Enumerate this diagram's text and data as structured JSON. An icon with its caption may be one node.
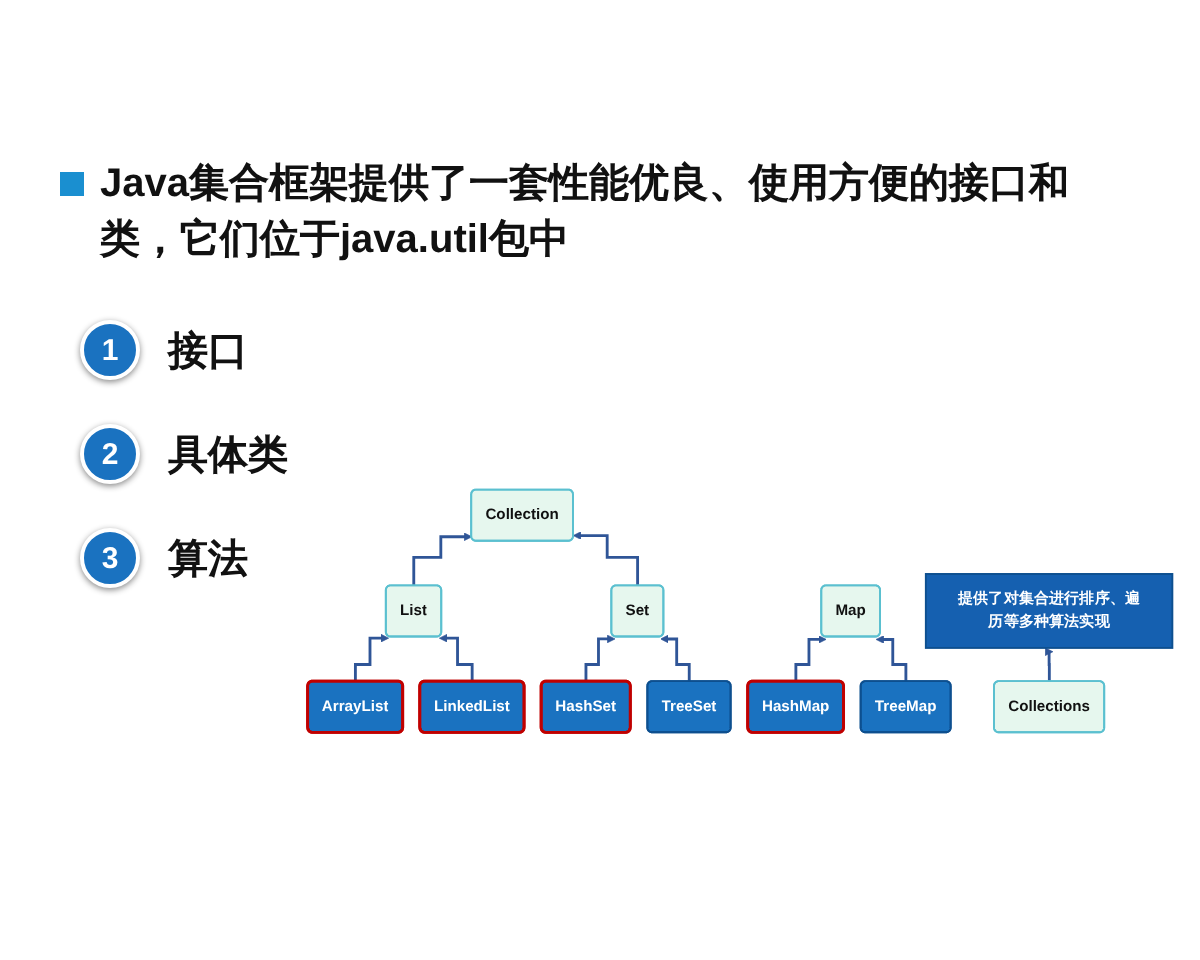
{
  "diagram": {
    "title": "Java集合框架提供了一套性能优良、使用方便的接口和类，它们位于java.util包中",
    "nodes": [
      {
        "text": [
          "Collection"
        ]
      },
      {
        "text": [
          "List"
        ]
      },
      {
        "text": [
          "Set"
        ]
      },
      {
        "text": [
          "ArrayList"
        ]
      },
      {
        "text": [
          "LinkedList"
        ]
      },
      {
        "text": [
          "HashSet"
        ]
      },
      {
        "text": [
          "TreeSet"
        ]
      },
      {
        "text": [
          "Map"
        ]
      },
      {
        "text": [
          "HashMap"
        ]
      },
      {
        "text": [
          "TreeMap"
        ]
      },
      {
        "text": [
          "Collections"
        ]
      },
      {
        "text": [
          "提供了对集合进行排序、遍历等多种算法实现"
        ]
      }
    ],
    "edges": [
      {
        "from": 1,
        "to": 0,
        "arrow": "to"
      },
      {
        "from": 2,
        "to": 0,
        "arrow": "to"
      },
      {
        "from": 3,
        "to": 1,
        "arrow": "to"
      },
      {
        "from": 4,
        "to": 1,
        "arrow": "to"
      },
      {
        "from": 5,
        "to": 2,
        "arrow": "to"
      },
      {
        "from": 6,
        "to": 2,
        "arrow": "to"
      },
      {
        "from": 8,
        "to": 7,
        "arrow": "to"
      },
      {
        "from": 9,
        "to": 7,
        "arrow": "to"
      },
      {
        "from": 10,
        "to": 11,
        "arrow": "to"
      }
    ],
    "labels": [
      "1",
      "接口",
      "2",
      "具体类",
      "3",
      "算法"
    ]
  }
}
